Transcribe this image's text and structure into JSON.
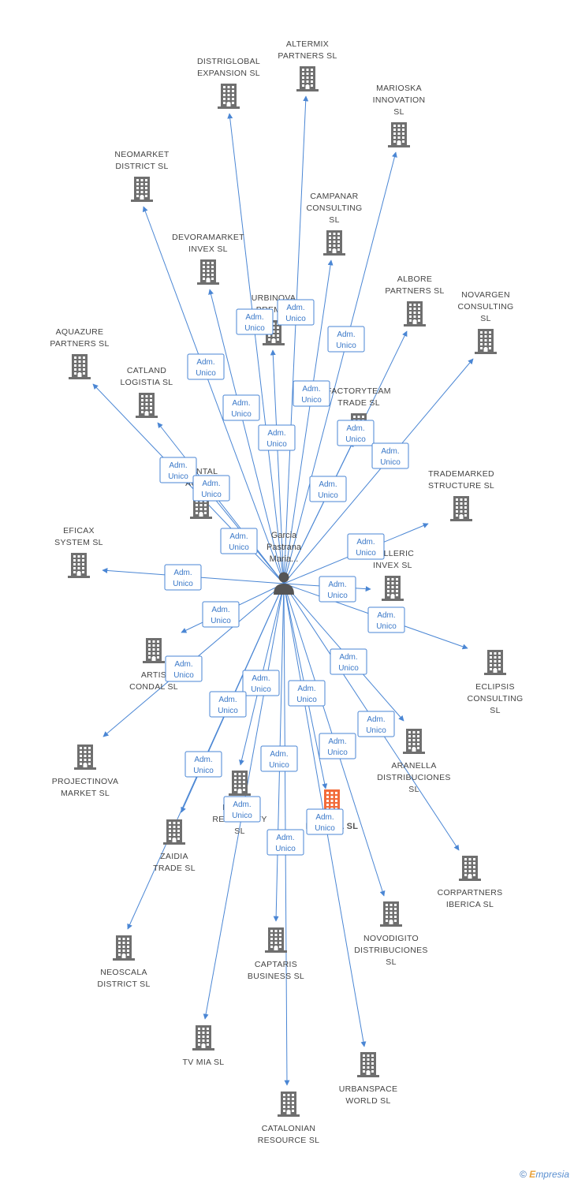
{
  "center": {
    "label": [
      "Garcia",
      "Pastrana",
      "Maria..."
    ]
  },
  "edge_label": [
    "Adm.",
    "Unico"
  ],
  "footer": {
    "copyright": "©",
    "brand_e": "E",
    "brand_rest": "mpresia"
  },
  "colors": {
    "edge": "#4a86d4",
    "building": "#6f6f6f",
    "highlight": "#f26b3a"
  },
  "nodes": [
    {
      "id": "altermix",
      "label": [
        "ALTERMIX",
        "PARTNERS SL"
      ]
    },
    {
      "id": "distriglobal",
      "label": [
        "DISTRIGLOBAL",
        "EXPANSION SL"
      ]
    },
    {
      "id": "marioska",
      "label": [
        "MARIOSKA",
        "INNOVATION",
        "SL"
      ]
    },
    {
      "id": "neomarket",
      "label": [
        "NEOMARKET",
        "DISTRICT SL"
      ]
    },
    {
      "id": "campanar",
      "label": [
        "CAMPANAR",
        "CONSULTING",
        "SL"
      ]
    },
    {
      "id": "devoramarket",
      "label": [
        "DEVORAMARKET",
        "INVEX SL"
      ]
    },
    {
      "id": "albore",
      "label": [
        "ALBORE",
        "PARTNERS SL"
      ]
    },
    {
      "id": "novargen",
      "label": [
        "NOVARGEN",
        "CONSULTING",
        "SL"
      ]
    },
    {
      "id": "urbinova",
      "label": [
        "URBINOVA",
        "PREMI..."
      ]
    },
    {
      "id": "aquazure",
      "label": [
        "AQUAZURE",
        "PARTNERS SL"
      ]
    },
    {
      "id": "catland",
      "label": [
        "CATLAND",
        "LOGISTIA SL"
      ]
    },
    {
      "id": "factoryteam",
      "label": [
        "FACTORYTEAM",
        "TRADE SL"
      ]
    },
    {
      "id": "rental",
      "label": [
        "RENTAL",
        "AUTO..."
      ]
    },
    {
      "id": "trademarked",
      "label": [
        "TRADEMARKED",
        "STRUCTURE SL"
      ]
    },
    {
      "id": "eficax",
      "label": [
        "EFICAX",
        "SYSTEM SL"
      ]
    },
    {
      "id": "galleric",
      "label": [
        "GALLERIC",
        "INVEX SL"
      ]
    },
    {
      "id": "artis",
      "label": [
        "ARTIS",
        "CONDAL SL"
      ]
    },
    {
      "id": "eclipsis",
      "label": [
        "ECLIPSIS",
        "CONSULTING",
        "SL"
      ]
    },
    {
      "id": "projectinova",
      "label": [
        "PROJECTINOVA",
        "MARKET SL"
      ]
    },
    {
      "id": "aranella",
      "label": [
        "ARANELLA",
        "DISTRIBUCIONES",
        "SL"
      ]
    },
    {
      "id": "iberica",
      "label": [
        "IBERICA",
        "RECAPACITY",
        "SL"
      ]
    },
    {
      "id": "merkal",
      "label": [
        "MERKAL SL"
      ]
    },
    {
      "id": "zaidia",
      "label": [
        "ZAIDIA",
        "TRADE SL"
      ]
    },
    {
      "id": "corpartners",
      "label": [
        "CORPARTNERS",
        "IBERICA SL"
      ]
    },
    {
      "id": "neoscala",
      "label": [
        "NEOSCALA",
        "DISTRICT SL"
      ]
    },
    {
      "id": "captaris",
      "label": [
        "CAPTARIS",
        "BUSINESS SL"
      ]
    },
    {
      "id": "novodigito",
      "label": [
        "NOVODIGITO",
        "DISTRIBUCIONES",
        "SL"
      ]
    },
    {
      "id": "tvmia",
      "label": [
        "TV MIA SL"
      ]
    },
    {
      "id": "urbanspace",
      "label": [
        "URBANSPACE",
        "WORLD SL"
      ]
    },
    {
      "id": "catalonian",
      "label": [
        "CATALONIAN",
        "RESOURCE SL"
      ]
    }
  ]
}
